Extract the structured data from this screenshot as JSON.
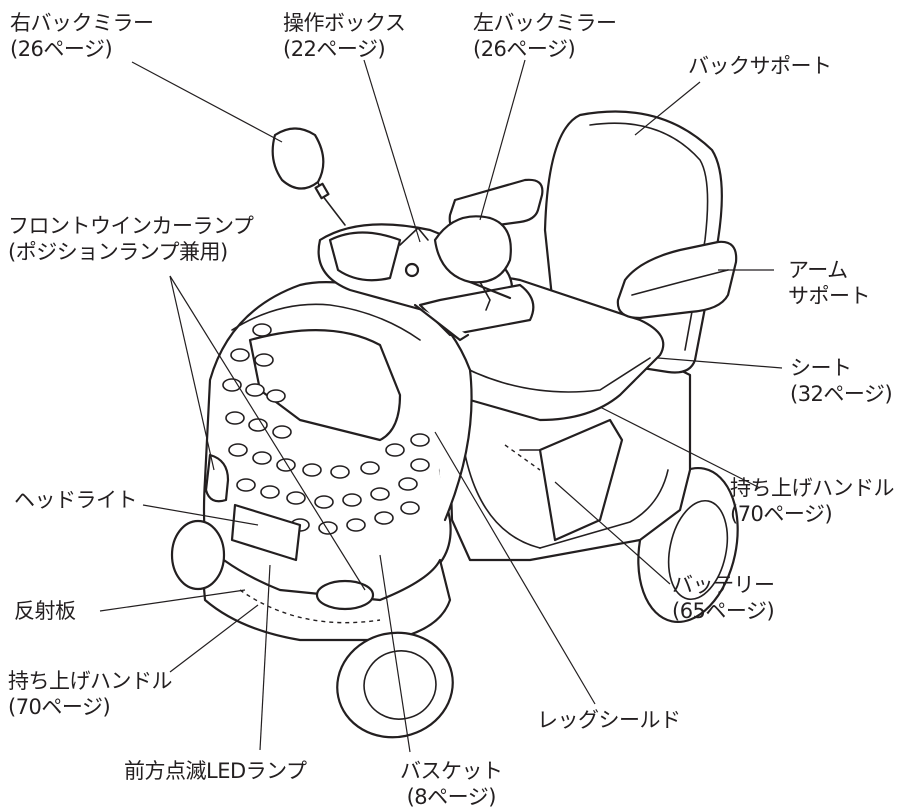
{
  "labels": {
    "right_mirror": {
      "name": "右バックミラー",
      "page": "(26ページ)"
    },
    "control_box": {
      "name": "操作ボックス",
      "page": "(22ページ)"
    },
    "left_mirror": {
      "name": "左バックミラー",
      "page": "(26ページ)"
    },
    "back_support": {
      "name": "バックサポート"
    },
    "front_winker": {
      "name": "フロントウインカーランプ",
      "page": "(ポジションランプ兼用)"
    },
    "arm_support": {
      "line1": "アーム",
      "line2": "サポート"
    },
    "seat": {
      "name": "シート",
      "page": "(32ページ)"
    },
    "headlight": {
      "name": "ヘッドライト"
    },
    "lift_handle_rear": {
      "name": "持ち上げハンドル",
      "page": "(70ページ)"
    },
    "battery": {
      "name": "バッテリー",
      "page": "(65ページ)"
    },
    "reflector": {
      "name": "反射板"
    },
    "lift_handle_front": {
      "name": "持ち上げハンドル",
      "page": "(70ページ)"
    },
    "leg_shield": {
      "name": "レッグシールド"
    },
    "front_led": {
      "name": "前方点滅LEDランプ"
    },
    "basket": {
      "name": "バスケット",
      "page": "(8ページ)"
    }
  },
  "colors": {
    "ink": "#231f20",
    "background": "#ffffff"
  }
}
